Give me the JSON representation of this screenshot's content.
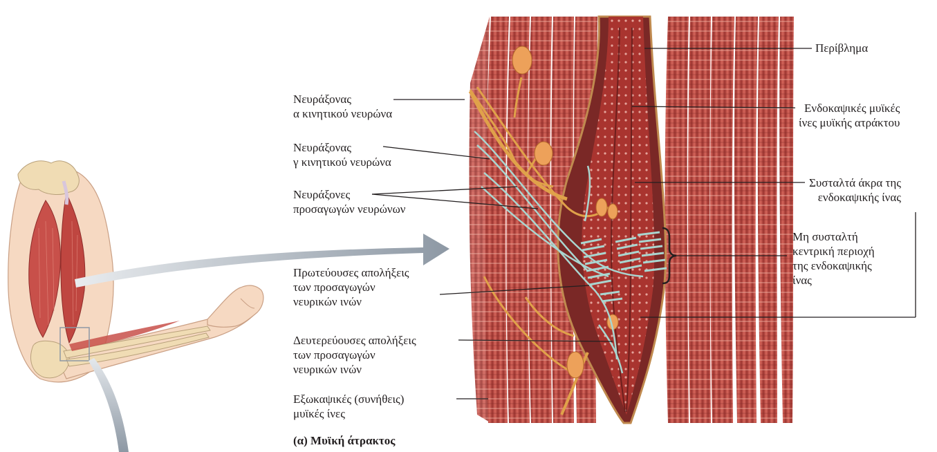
{
  "labels": {
    "motor_axon_alpha": [
      "Νευράξονας",
      "α κινητικού νευρώνα"
    ],
    "motor_axon_gamma": [
      "Νευράξονας",
      "γ κινητικού νευρώνα"
    ],
    "afferent_axons": [
      "Νευράξονες",
      "προσαγωγών νευρώνων"
    ],
    "primary_endings": [
      "Πρωτεύουσες  απολήξεις",
      "των προσαγωγών",
      "νευρικών ινών"
    ],
    "secondary_endings": [
      "Δευτερεύουσες απολήξεις",
      "των προσαγωγών",
      "νευρικών ινών"
    ],
    "extrafusal": [
      "Εξωκαψικές (συνήθεις)",
      "μυϊκές ίνες"
    ],
    "capsule": [
      "Περίβλημα"
    ],
    "intrafusal": [
      "Ενδοκαψικές μυϊκές",
      "ίνες μυϊκής ατράκτου"
    ],
    "contractile_ends": [
      "Συσταλτά άκρα της",
      "ενδοκαψικής ίνας"
    ],
    "central_region": [
      "Μη συσταλτή",
      "κεντρική περιοχή",
      "της ενδοκαψικής",
      "ίνας"
    ]
  },
  "caption": "(α)  Μυϊκή άτρακτος",
  "colors": {
    "muscle": "#c8504a",
    "muscle_dark": "#8e2c2a",
    "muscle_light": "#e7a08f",
    "skin": "#f6d9c2",
    "bone": "#f0dcb4",
    "nerve_orange": "#e0a24a",
    "nerve_blue": "#a9d6d0",
    "arrow_gray": "#9aa3ad"
  }
}
